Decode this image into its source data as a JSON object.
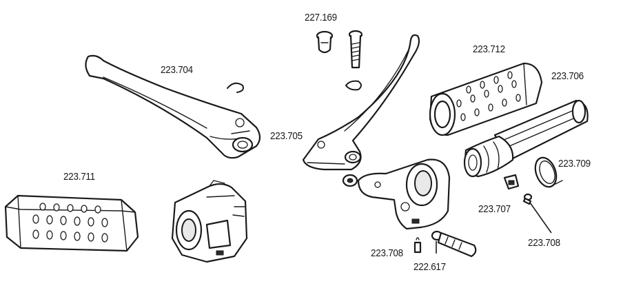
{
  "part_labels": {
    "p227169": "227.169",
    "p223704": "223.704",
    "p223712": "223.712",
    "p223706": "223.706",
    "p223705": "223.705",
    "p223711": "223.711",
    "p223709": "223.709",
    "p223707": "223.707",
    "p223708a": "223.708",
    "p223708b": "223.708",
    "p222617": "222.617"
  },
  "colors": {
    "ink": "#1a1a1a",
    "paper": "#ffffff",
    "shade": "#e9e9e9"
  }
}
